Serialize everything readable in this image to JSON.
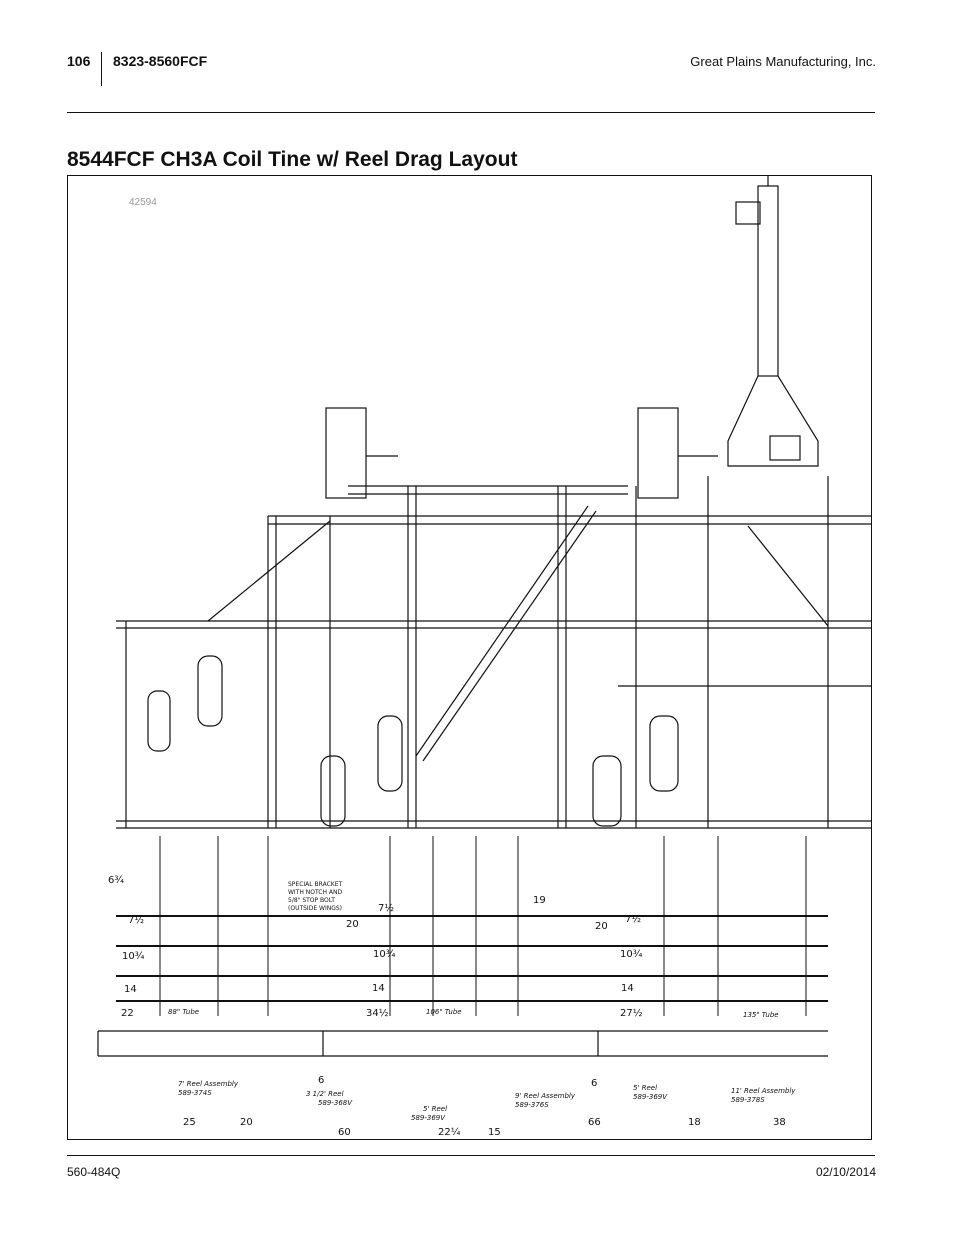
{
  "header": {
    "page_number": "106",
    "model": "8323-8560FCF",
    "company": "Great Plains Manufacturing, Inc."
  },
  "title": "8544FCF CH3A Coil Tine w/ Reel Drag Layout",
  "figure": {
    "id": "42594",
    "callout_bracket": [
      "SPECIAL BRACKET",
      "WITH NOTCH AND",
      "5/8\" STOP BOLT",
      "(OUTSIDE WINGS)"
    ],
    "tubes": [
      "88\" Tube",
      "106\" Tube",
      "135\" Tube"
    ],
    "reels": [
      {
        "name": "7' Reel Assembly",
        "part": "589-374S"
      },
      {
        "name": "3 1/2' Reel",
        "part": "589-368V"
      },
      {
        "name": "5' Reel",
        "part": "589-369V"
      },
      {
        "name": "9' Reel Assembly",
        "part": "589-376S"
      },
      {
        "name": "5' Reel",
        "part": "589-369V"
      },
      {
        "name": "11' Reel Assembly",
        "part": "589-378S"
      }
    ],
    "dims": {
      "d_6_34": "6¾",
      "d_7_12_a": "7½",
      "d_10_34_a": "10¾",
      "d_14_a": "14",
      "d_22": "22",
      "d_20_a": "20",
      "d_7_12_b": "7½",
      "d_10_34_b": "10¾",
      "d_14_b": "14",
      "d_34_12": "34½",
      "d_19": "19",
      "d_20_b": "20",
      "d_7_12_c": "7½",
      "d_10_34_c": "10¾",
      "d_14_c": "14",
      "d_27_12": "27½",
      "d_6_a": "6",
      "d_6_b": "6",
      "d_25": "25",
      "d_20_c": "20",
      "d_60": "60",
      "d_22_14": "22¼",
      "d_15": "15",
      "d_66": "66",
      "d_18": "18",
      "d_38": "38"
    }
  },
  "footer": {
    "doc_number": "560-484Q",
    "date": "02/10/2014"
  }
}
